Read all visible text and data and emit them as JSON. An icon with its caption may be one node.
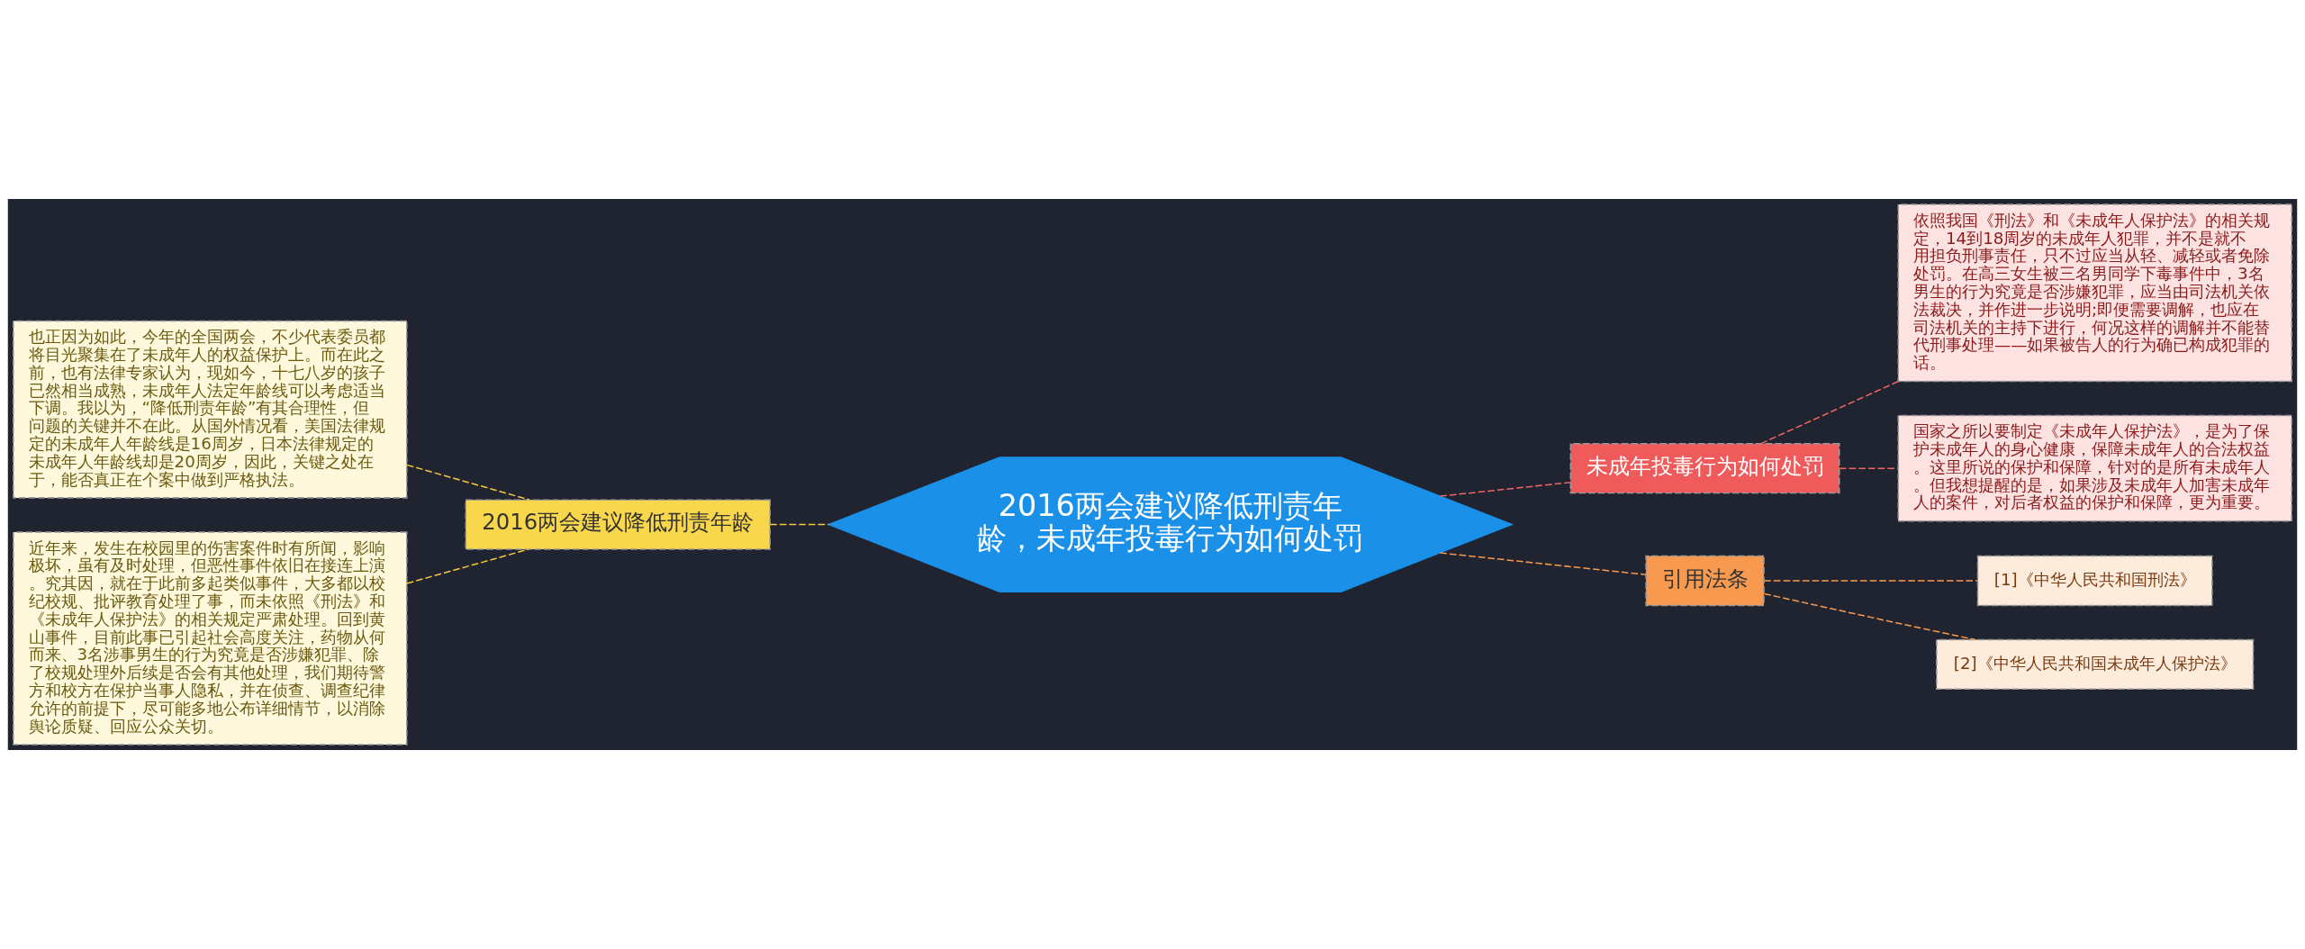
{
  "diagram": {
    "nodes": [
      {
        "text": [
          "2016两会建议降低刑责年龄，未成年投毒行为如何处罚"
        ]
      },
      {
        "text": [
          "2016两会建议降低刑责年龄"
        ]
      },
      {
        "text": [
          "也正因为如此，今年的全国两会，不少代表委员都将目光聚集在了未成年人的权益保护上。而在此之前，也有法律专家认为，现如今，十七八岁的孩子已然相当成熟，未成年人法定年龄线可以考虑适当下调。我以为，“降低刑责年龄”有其合理性，但问题的关键并不在此。从国外情况看，美国法律规定的未成年人年龄线是16周岁，日本法律规定的未成年人年龄线却是20周岁，因此，关键之处在于，能否真正在个案中做到严格执法。"
        ]
      },
      {
        "text": [
          "近年来，发生在校园里的伤害案件时有所闻，影响极坏，虽有及时处理，但恶性事件依旧在接连上演。究其因，就在于此前多起类似事件，大多都以校纪校规、批评教育处理了事，而未依照《刑法》和《未成年人保护法》的相关规定严肃处理。回到黄山事件，目前此事已引起社会高度关注，药物从何而来、3名涉事男生的行为究竟是否涉嫌犯罪、除了校规处理外后续是否会有其他处理，我们期待警方和校方在保护当事人隐私，并在侦查、调查纪律允许的前提下，尽可能多地公布详细情节，以消除舆论质疑、回应公众关切。"
        ]
      },
      {
        "text": [
          "未成年投毒行为如何处罚"
        ]
      },
      {
        "text": [
          "依照我国《刑法》和《未成年人保护法》的相关规定，14到18周岁的未成年人犯罪，并不是就不用担负刑事责任，只不过应当从轻、减轻或者免除处罚。在高三女生被三名男同学下毒事件中，3名男生的行为究竟是否涉嫌犯罪，应当由司法机关依法裁决，并作进一步说明;即便需要调解，也应在司法机关的主持下进行，何况这样的调解并不能替代刑事处理——如果被告人的行为确已构成犯罪的话。"
        ]
      },
      {
        "text": [
          "国家之所以要制定《未成年人保护法》，是为了保护未成年人的身心健康，保障未成年人的合法权益。这里所说的保护和保障，针对的是所有未成年人。但我想提醒的是，如果涉及未成年人加害未成年人的案件，对后者权益的保护和保障，更为重要。"
        ]
      },
      {
        "text": [
          "引用法条"
        ]
      },
      {
        "text": [
          "[1]《中华人民共和国刑法》"
        ]
      },
      {
        "text": [
          "[2]《中华人民共和国未成年人保护法》"
        ]
      }
    ],
    "edges": [
      {
        "from": 0,
        "to": 1,
        "arrow": "none",
        "style": "dashed",
        "color": "#f5c542"
      },
      {
        "from": 1,
        "to": 2,
        "arrow": "none",
        "style": "dashed",
        "color": "#f5c542"
      },
      {
        "from": 1,
        "to": 3,
        "arrow": "none",
        "style": "dashed",
        "color": "#f5c542"
      },
      {
        "from": 0,
        "to": 4,
        "arrow": "none",
        "style": "dashed",
        "color": "#f06464"
      },
      {
        "from": 4,
        "to": 5,
        "arrow": "none",
        "style": "dashed",
        "color": "#f06464"
      },
      {
        "from": 4,
        "to": 6,
        "arrow": "none",
        "style": "dashed",
        "color": "#f06464"
      },
      {
        "from": 0,
        "to": 7,
        "arrow": "none",
        "style": "dashed",
        "color": "#f79a4f"
      },
      {
        "from": 7,
        "to": 8,
        "arrow": "none",
        "style": "dashed",
        "color": "#f79a4f"
      },
      {
        "from": 7,
        "to": 9,
        "arrow": "none",
        "style": "dashed",
        "color": "#f79a4f"
      }
    ]
  }
}
